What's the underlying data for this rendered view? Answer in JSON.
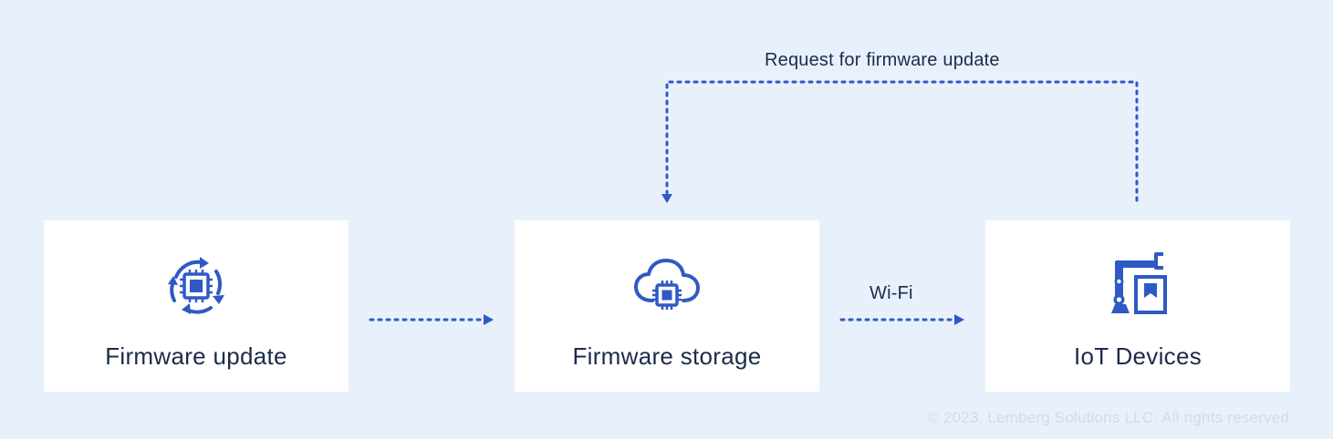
{
  "colors": {
    "background": "#e8f1fb",
    "card": "#ffffff",
    "accent": "#2f59c5",
    "text": "#1c2b4a",
    "muted": "#d3dbe6"
  },
  "nodes": [
    {
      "label": "Firmware update",
      "icon": "cpu-refresh-icon"
    },
    {
      "label": "Firmware storage",
      "icon": "cloud-chip-icon"
    },
    {
      "label": "IoT Devices",
      "icon": "robot-arm-box-icon"
    }
  ],
  "edges": {
    "request": "Request for firmware update",
    "wifi": "Wi-Fi"
  },
  "footer": {
    "copyright": "© 2023, Lemberg Solutions LLC. All rights reserved"
  }
}
